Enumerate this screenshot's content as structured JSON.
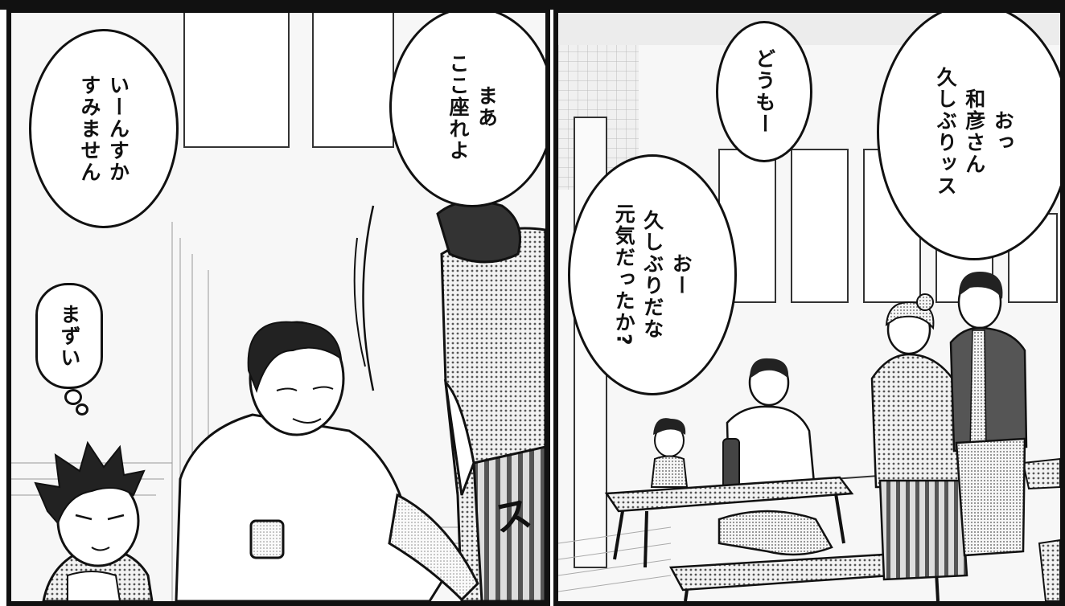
{
  "panels": {
    "left": {
      "bubbles": [
        {
          "lines": [
            "いーんすか",
            "すみません"
          ]
        },
        {
          "lines": [
            "まあ",
            "ここ座れよ"
          ]
        },
        {
          "lines": [
            "まずい"
          ]
        }
      ],
      "sfx": "ス"
    },
    "right": {
      "bubbles": [
        {
          "lines": [
            "どうもー"
          ]
        },
        {
          "lines": [
            "おっ",
            "和彦さん",
            "久しぶりッス"
          ]
        },
        {
          "lines": [
            "おー",
            "久しぶりだな",
            "元気だったか?"
          ]
        }
      ]
    }
  }
}
